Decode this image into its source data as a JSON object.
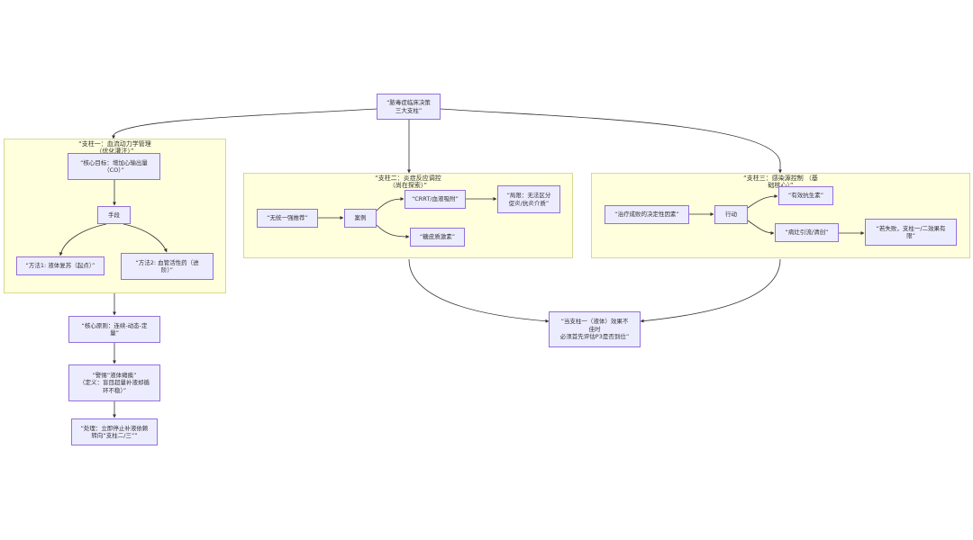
{
  "diagram": {
    "type": "flowchart",
    "root": "“脓毒症临床决策\n三大支柱”",
    "clusters": {
      "pillar1": "“支柱一：血流动力学管理\n（优化灌注）”",
      "pillar2": "“支柱二：炎症反应调控\n（尚在探索）”",
      "pillar3": "“支柱三：感染源控制 （基\n础核心）”"
    },
    "nodes": {
      "p1_goal": "“核心目标：增加心输出量\n（CO）”",
      "p1_means": "手段",
      "p1_method1": "“方法1: 液体复苏（起点）”",
      "p1_method2": "“方法2: 血管活性药（进\n阶）”",
      "p2_no_rec": "“无统一强推荐”",
      "p2_case": "案例",
      "p2_crrt": "“CRRT/血液吸附”",
      "p2_limit": "“局限：无法区分\n促炎/抗炎介质”",
      "p2_steroid": "“糖皮质激素”",
      "p3_decisive": "“治疗成败的决定性因素”",
      "p3_action": "行动",
      "p3_antibiotic": "“有效抗生素”",
      "p3_drainage": "“病灶引流/清创”",
      "p3_fail": "“若失败，支柱一/二效果有\n限”",
      "principle": "“核心原则：连续-动态-定\n量”",
      "warning": "“警惕“液体瘫痪”\n（定义：盲目超量补液却循\n环不稳）”",
      "handling": "“处理：立即停止补液依赖\n转向“支柱二/三””",
      "convergence": "“当支柱一（液体）效果不\n佳时\n必须首先评估P3是否到位”"
    }
  }
}
